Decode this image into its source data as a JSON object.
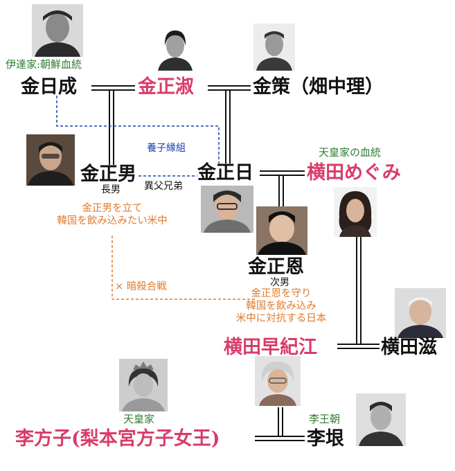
{
  "people": {
    "kim_il_sung": "金日成",
    "kim_jong_suk": "金正淑",
    "kim_chaek": "金策（畑中理）",
    "kim_jong_nam": "金正男",
    "kim_jong_il": "金正日",
    "yokota_megumi": "横田めぐみ",
    "kim_jong_un": "金正恩",
    "yokota_sakie": "横田早紀江",
    "yokota_shigeru": "横田滋",
    "yi_bangja": "李方子(梨本宮方子女王)",
    "yi_un": "李垠"
  },
  "tags": {
    "date_lineage": "伊達家:朝鮮血統",
    "adoption": "養子縁組",
    "eldest_son": "長男",
    "half_brothers": "異父兄弟",
    "imperial_lineage": "天皇家の血統",
    "second_son": "次男",
    "imperial_family": "天皇家",
    "yi_dynasty": "李王朝"
  },
  "notes": {
    "us_china": [
      "金正男を立て",
      "韓国を飲み込みたい米中"
    ],
    "assassination": "× 暗殺合戦",
    "japan": [
      "金正恩を守り",
      "韓国を飲み込み",
      "米中に対抗する日本"
    ]
  },
  "colors": {
    "pink": "#d93b6a",
    "green": "#2e7d32",
    "blue": "#1a3fb0",
    "orange": "#e07a2a",
    "black": "#111111"
  }
}
